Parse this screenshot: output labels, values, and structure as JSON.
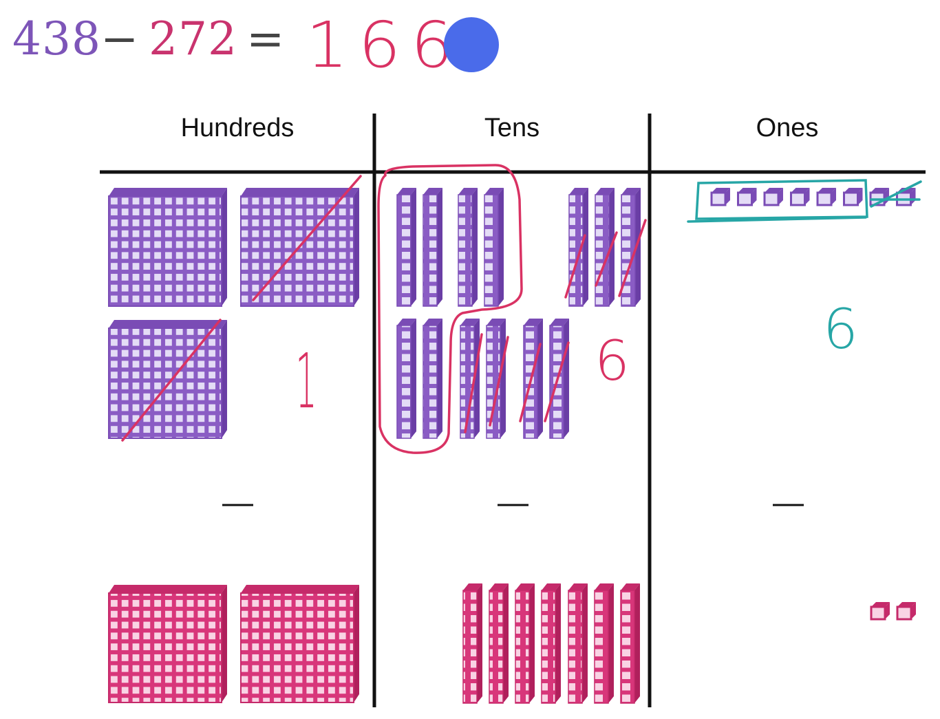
{
  "equation": {
    "minuend": "438",
    "operator": "−",
    "subtrahend": "272",
    "equals": "=",
    "answer_handwritten": "166",
    "minuend_color": "#7d55b8",
    "subtrahend_color": "#c9336e"
  },
  "columns": [
    {
      "label": "Hundreds"
    },
    {
      "label": "Tens"
    },
    {
      "label": "Ones"
    }
  ],
  "rows": {
    "top_blocks": {
      "hundreds": 3,
      "tens": 13,
      "ones": 8,
      "color": "#8a5cc4"
    },
    "bottom_blocks": {
      "hundreds": 2,
      "tens": 7,
      "ones": 2,
      "color": "#d8367a"
    },
    "minus_sign": "—"
  },
  "annotations": {
    "hundreds_result": "1",
    "tens_result": "6",
    "ones_result": "6",
    "ink_red": "#d93263",
    "ink_teal": "#27a6a6"
  },
  "cursor": {
    "color": "#4a6bea"
  }
}
